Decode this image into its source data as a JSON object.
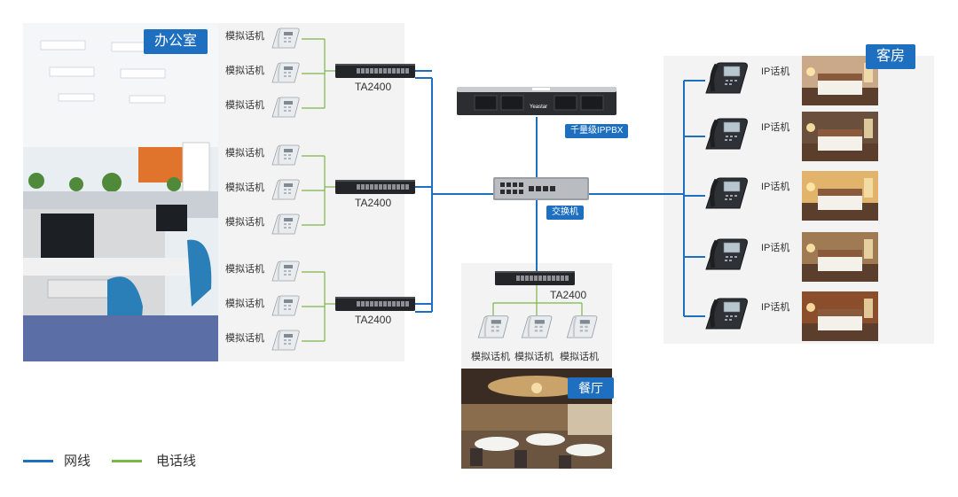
{
  "colors": {
    "network": "#1f6fc1",
    "phone": "#7ab648",
    "tag_bg": "#1f6fc1"
  },
  "areas": {
    "office": "办公室",
    "guest_rooms": "客房",
    "restaurant": "餐厅"
  },
  "devices": {
    "pbx": "千量级IPPBX",
    "switch": "交换机",
    "gateway": "TA2400",
    "analog_phone": "模拟话机",
    "ip_phone": "IP话机",
    "pbx_brand": "Yeastar"
  },
  "legend": {
    "network_line": "网线",
    "phone_line": "电话线"
  }
}
